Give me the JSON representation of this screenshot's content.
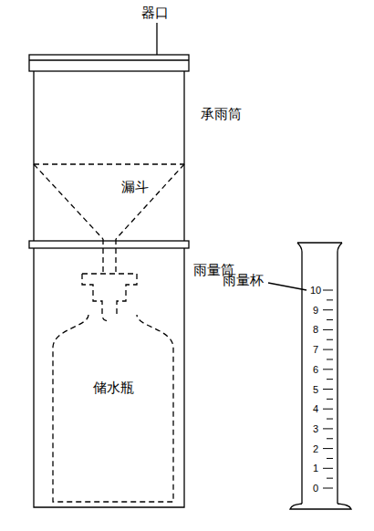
{
  "diagram": {
    "labels": [
      "器口",
      "承雨筒",
      "漏斗",
      "雨量筒",
      "雨量杯",
      "储水瓶",
      "10",
      "9",
      "8",
      "7",
      "6",
      "5",
      "4",
      "3",
      "2",
      "1",
      "0"
    ]
  }
}
